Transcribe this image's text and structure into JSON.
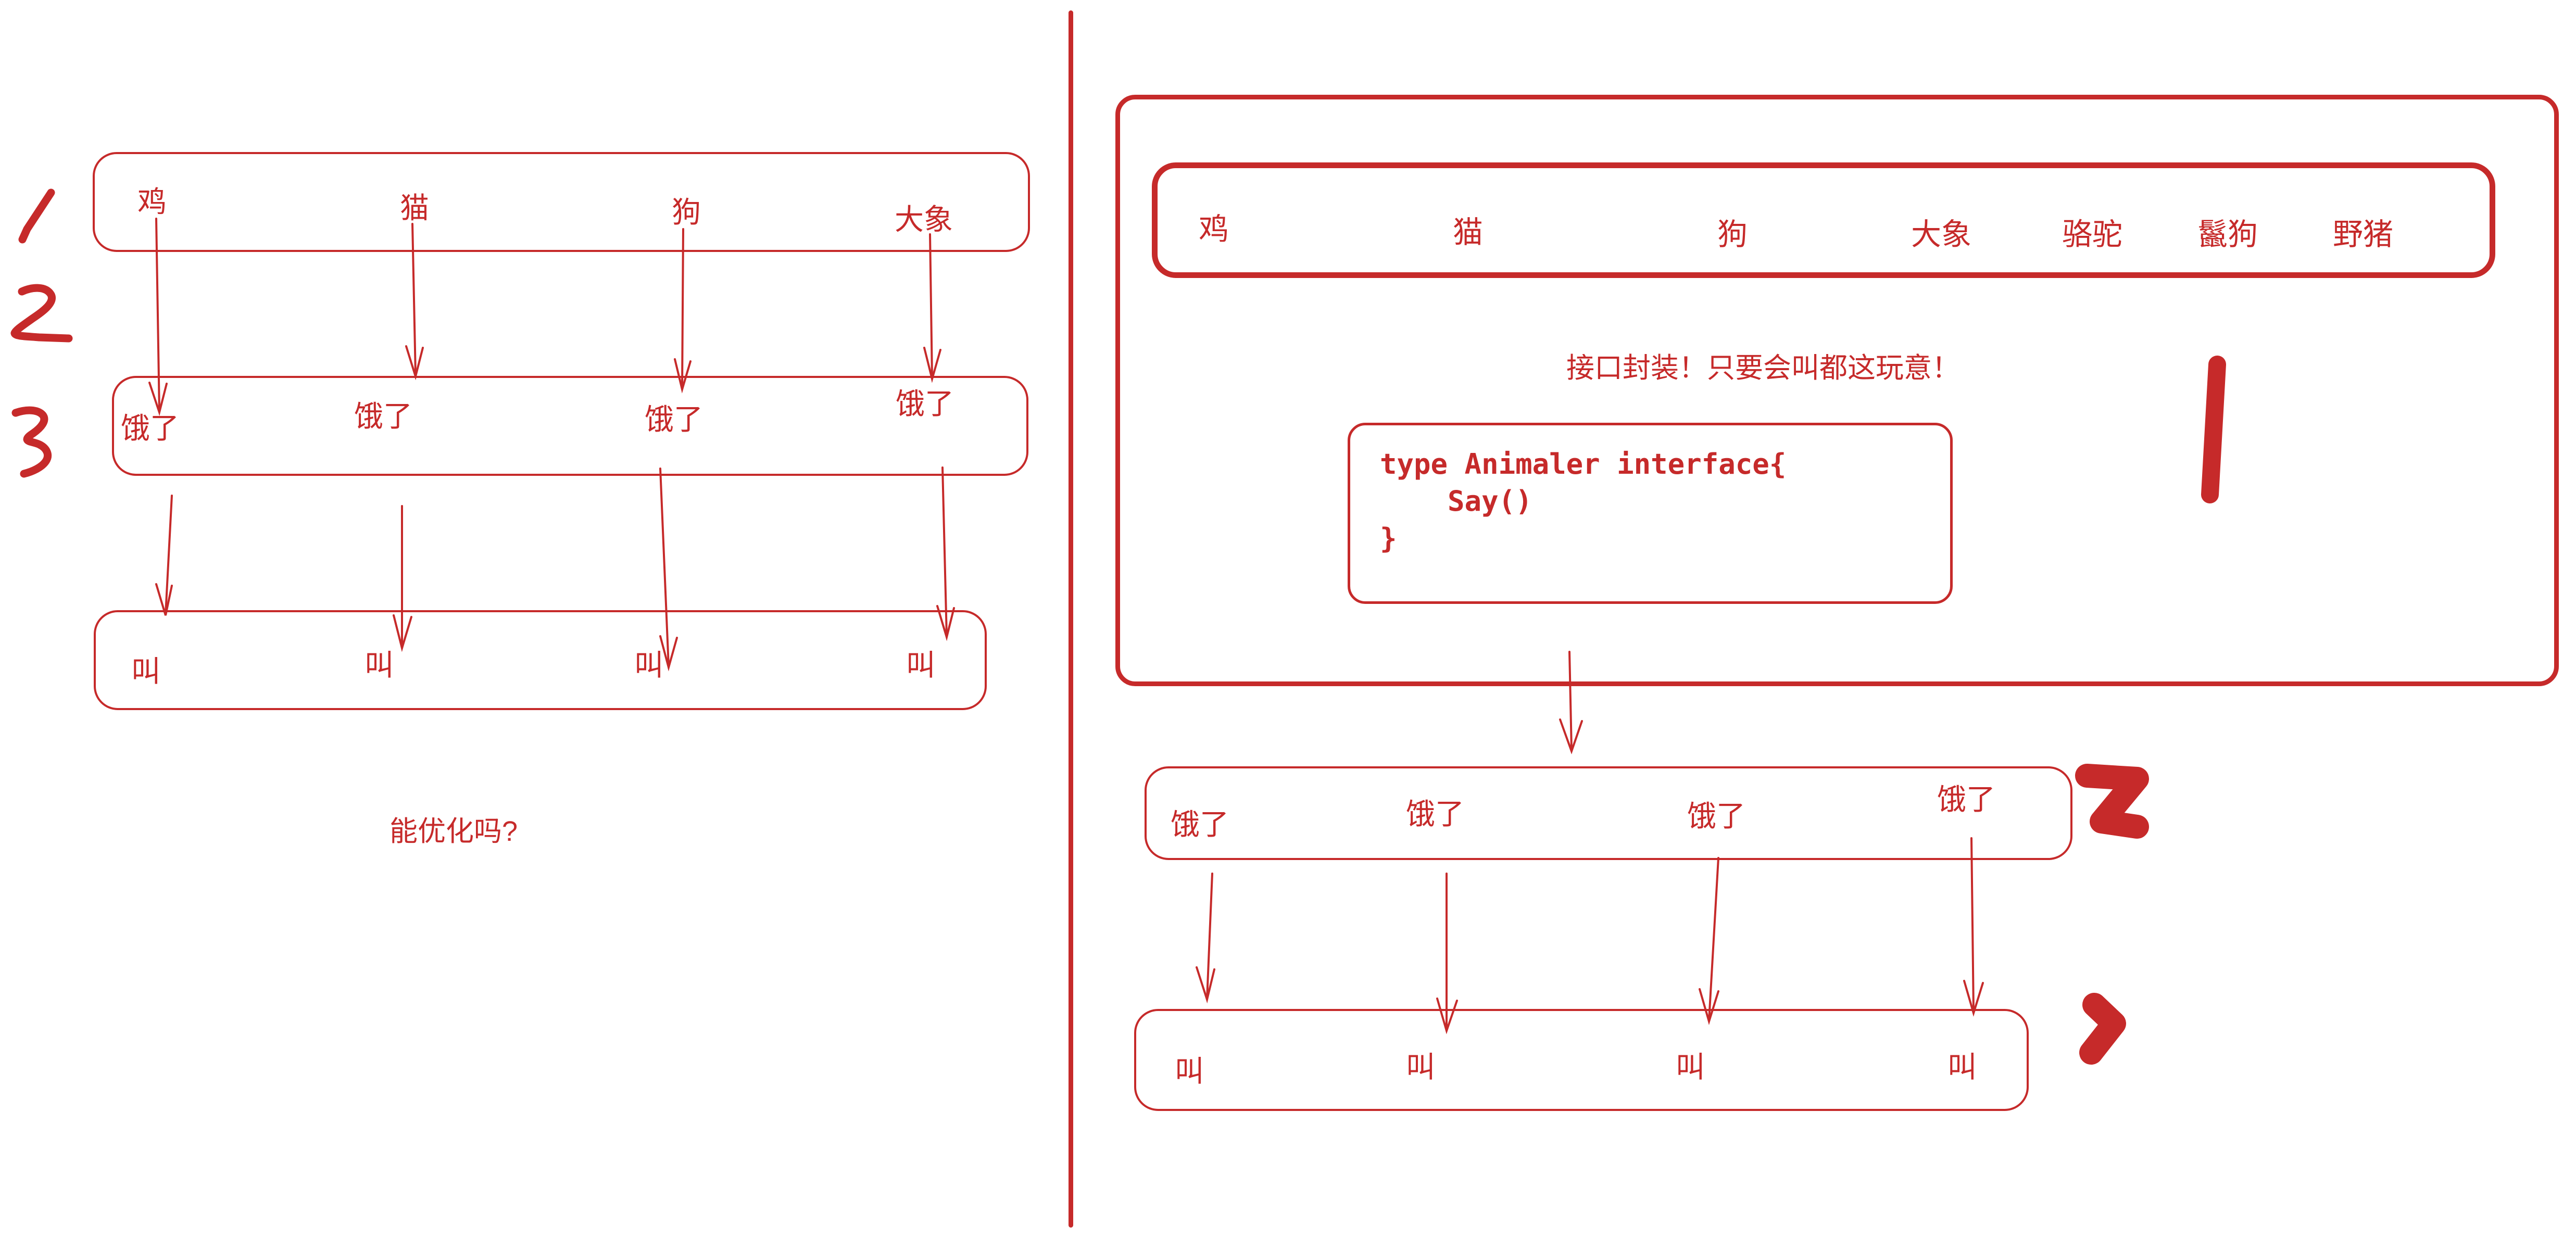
{
  "theme": {
    "ink": "#c62a2a",
    "background": "#ffffff"
  },
  "left_panel": {
    "step_markers": [
      "1",
      "2",
      "3"
    ],
    "row_species": {
      "items": [
        "鸡",
        "猫",
        "狗",
        "大象"
      ]
    },
    "row_hungry": {
      "items": [
        "饿了",
        "饿了",
        "饿了",
        "饿了"
      ]
    },
    "row_shout": {
      "items": [
        "叫",
        "叫",
        "叫",
        "叫"
      ]
    },
    "caption": "能优化吗?"
  },
  "right_panel": {
    "step_markers": [
      "1",
      "2",
      "3"
    ],
    "row_species": {
      "items": [
        "鸡",
        "猫",
        "狗",
        "大象",
        "骆驼",
        "鬣狗",
        "野猪"
      ]
    },
    "annotation": "接口封装！只要会叫都这玩意！",
    "code_block": {
      "lines": [
        "type Animaler interface{",
        "    Say()",
        "}"
      ],
      "text": "type Animaler interface{\n    Say()\n}"
    },
    "row_hungry": {
      "items": [
        "饿了",
        "饿了",
        "饿了",
        "饿了"
      ]
    },
    "row_shout": {
      "items": [
        "叫",
        "叫",
        "叫",
        "叫"
      ]
    }
  }
}
